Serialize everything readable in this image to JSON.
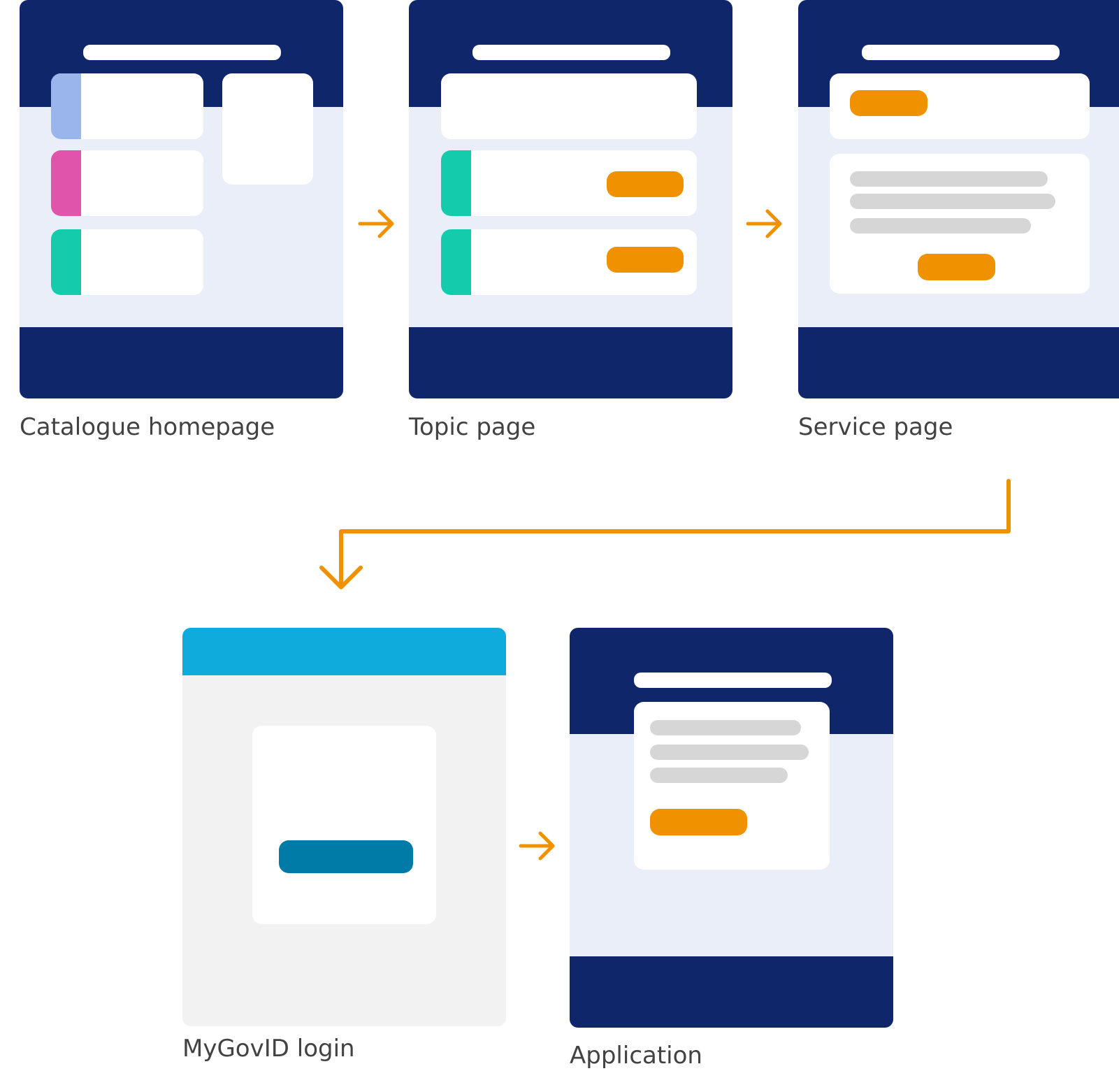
{
  "colors": {
    "navy": "#10266a",
    "page_bg": "#eaeef8",
    "card": "#ffffff",
    "orange": "#f09200",
    "grey_line": "#d6d6d6",
    "lavender": "#9ab4ec",
    "magenta": "#e055ab",
    "teal": "#14ccab",
    "login_header": "#0fabdc",
    "login_bg": "#f2f2f2",
    "login_button": "#007ba8",
    "caption": "#424242"
  },
  "steps": [
    {
      "id": "catalogue",
      "label": "Catalogue homepage"
    },
    {
      "id": "topic",
      "label": "Topic page"
    },
    {
      "id": "service",
      "label": "Service page"
    },
    {
      "id": "login",
      "label": "MyGovID login"
    },
    {
      "id": "application",
      "label": "Application"
    }
  ],
  "flow": [
    [
      "catalogue",
      "topic"
    ],
    [
      "topic",
      "service"
    ],
    [
      "service",
      "login"
    ],
    [
      "login",
      "application"
    ]
  ]
}
